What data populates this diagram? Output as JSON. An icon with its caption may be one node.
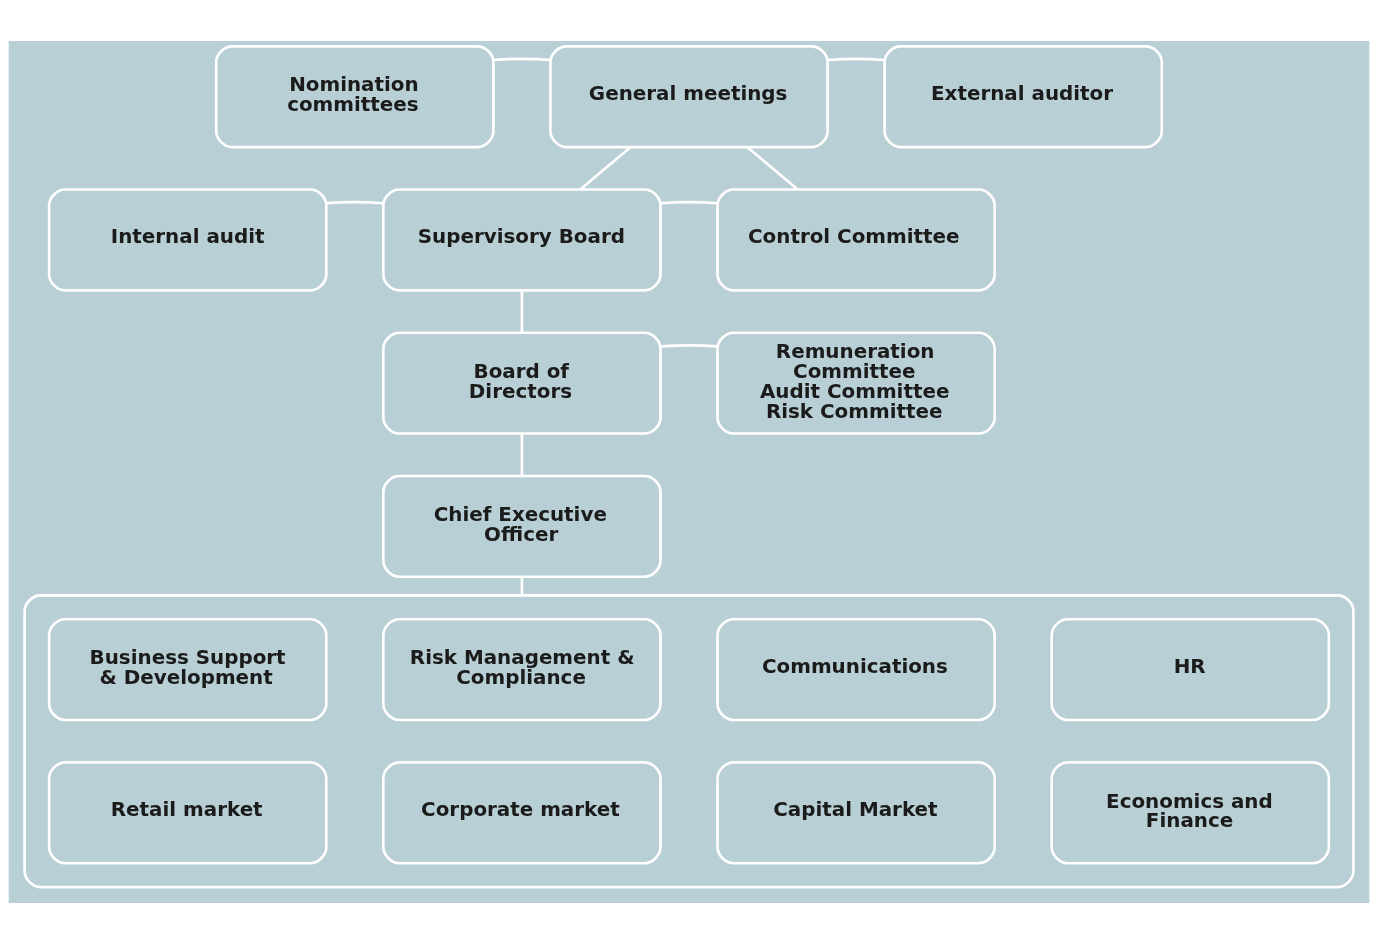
{
  "diagram": {
    "nodes": [
      {
        "text": [
          "General meetings"
        ]
      },
      {
        "text": [
          "Nomination committees"
        ]
      },
      {
        "text": [
          "External auditor"
        ]
      },
      {
        "text": [
          "Supervisory Board"
        ]
      },
      {
        "text": [
          "Control Committee"
        ]
      },
      {
        "text": [
          "Internal audit"
        ]
      },
      {
        "text": [
          "Board of Directors"
        ]
      },
      {
        "text": [
          "Remuneration Committee",
          "Audit Committee",
          "Risk Committee"
        ]
      },
      {
        "text": [
          "Chief Executive Officer"
        ]
      },
      {
        "text": [],
        "shape": "box"
      },
      {
        "text": [
          "Business Support & Development"
        ],
        "in": 9
      },
      {
        "text": [
          "Risk Management & Compliance"
        ],
        "in": 9
      },
      {
        "text": [
          "Communications"
        ],
        "in": 9
      },
      {
        "text": [
          "HR"
        ],
        "in": 9
      },
      {
        "text": [
          "Retail market"
        ],
        "in": 9
      },
      {
        "text": [
          "Corporate market"
        ],
        "in": 9
      },
      {
        "text": [
          "Capital Market"
        ],
        "in": 9
      },
      {
        "text": [
          "Economics and Finance"
        ],
        "in": 9
      }
    ],
    "edges": [
      {
        "from": 0,
        "to": 1,
        "arrow": "none"
      },
      {
        "from": 0,
        "to": 2,
        "arrow": "none"
      },
      {
        "from": 0,
        "to": 3,
        "arrow": "none"
      },
      {
        "from": 0,
        "to": 4,
        "arrow": "none"
      },
      {
        "from": 3,
        "to": 4,
        "arrow": "none"
      },
      {
        "from": 3,
        "to": 5,
        "arrow": "none"
      },
      {
        "from": 3,
        "to": 6,
        "arrow": "none"
      },
      {
        "from": 6,
        "to": 7,
        "arrow": "none"
      },
      {
        "from": 6,
        "to": 8,
        "arrow": "none"
      },
      {
        "from": 8,
        "to": 9,
        "arrow": "none"
      }
    ]
  }
}
